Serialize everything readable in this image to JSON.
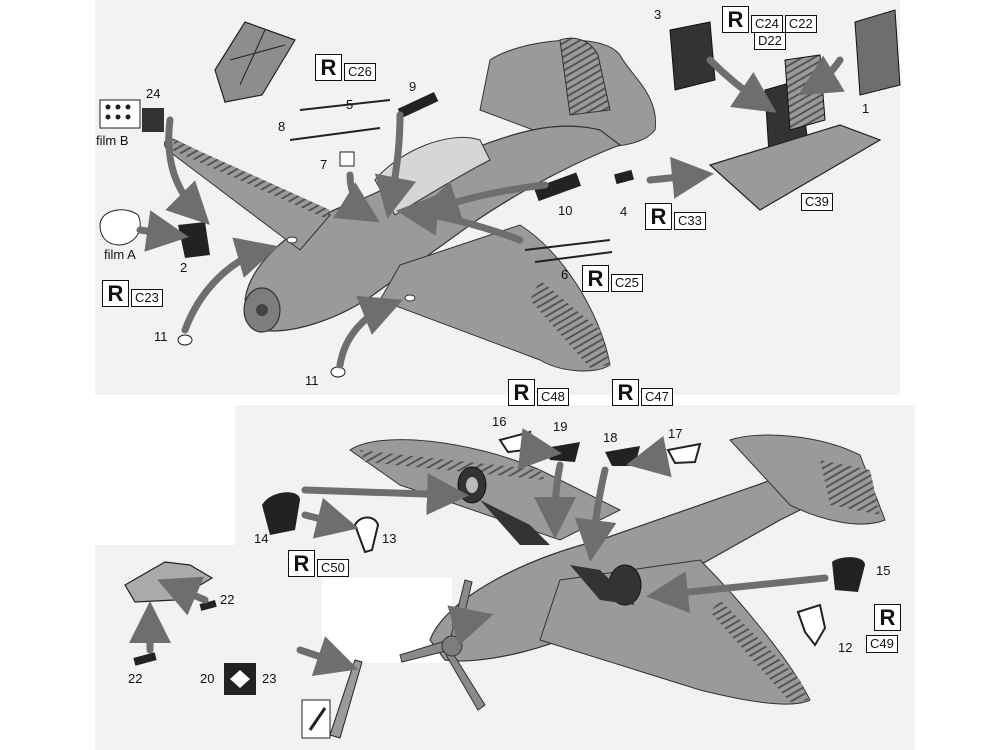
{
  "callouts": {
    "c1": "1",
    "c2": "2",
    "c3": "3",
    "c4": "4",
    "c5": "5",
    "c6": "6",
    "c7": "7",
    "c8": "8",
    "c9": "9",
    "c10": "10",
    "c11a": "11",
    "c11b": "11",
    "c12": "12",
    "c13": "13",
    "c14": "14",
    "c15": "15",
    "c16": "16",
    "c17": "17",
    "c18": "18",
    "c19": "19",
    "c20": "20",
    "c22a": "22",
    "c22b": "22",
    "c23": "23",
    "c24": "24"
  },
  "films": {
    "film_b": "film B",
    "film_a": "film A"
  },
  "refs": {
    "r_letter": "R",
    "c24": "C24",
    "c22": "C22",
    "d22": "D22",
    "c26": "C26",
    "c33": "C33",
    "c39": "C39",
    "c25": "C25",
    "c23": "C23",
    "c48": "C48",
    "c47": "C47",
    "c50": "C50",
    "c49": "C49"
  },
  "colors": {
    "aircraft": "#9a9a9a",
    "arrow": "#6e6e6e",
    "dark_part": "#222222",
    "line": "#222222"
  }
}
